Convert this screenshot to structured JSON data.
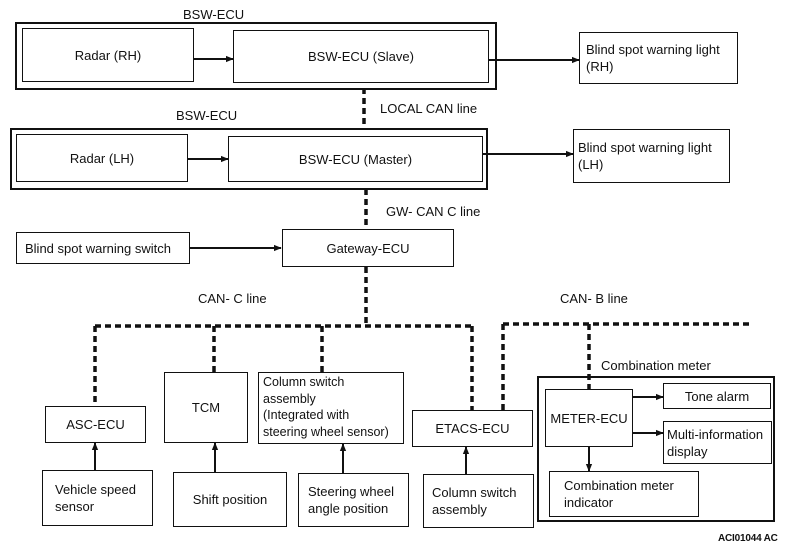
{
  "groups": {
    "top_label": "BSW-ECU",
    "middle_label": "BSW-ECU",
    "combination_meter_label": "Combination meter"
  },
  "boxes": {
    "radar_rh": "Radar (RH)",
    "bsw_slave": "BSW-ECU (Slave)",
    "light_rh": "Blind spot warning light\n(RH)",
    "radar_lh": "Radar (LH)",
    "bsw_master": "BSW-ECU (Master)",
    "light_lh": "Blind spot warning light\n(LH)",
    "bsw_switch": "Blind spot warning switch",
    "gateway": "Gateway-ECU",
    "asc_ecu": "ASC-ECU",
    "tcm": "TCM",
    "column_switch_assembly": "Column switch\nassembly\n(Integrated with\nsteering wheel sensor)",
    "etacs_ecu": "ETACS-ECU",
    "meter_ecu": "METER-ECU",
    "tone_alarm": "Tone alarm",
    "multi_info": "Multi-information\ndisplay",
    "comb_meter_indicator": "Combination meter\nindicator",
    "vehicle_speed_sensor": "Vehicle speed\nsensor",
    "shift_position": "Shift position",
    "steering_angle": "Steering wheel\nangle position",
    "column_switch_assembly_bottom": "Column switch\nassembly"
  },
  "lines": {
    "local_can": "LOCAL CAN line",
    "gw_can_c": "GW- CAN C line",
    "can_c": "CAN- C line",
    "can_b": "CAN- B line"
  },
  "figure_id": "ACI01044 AC"
}
